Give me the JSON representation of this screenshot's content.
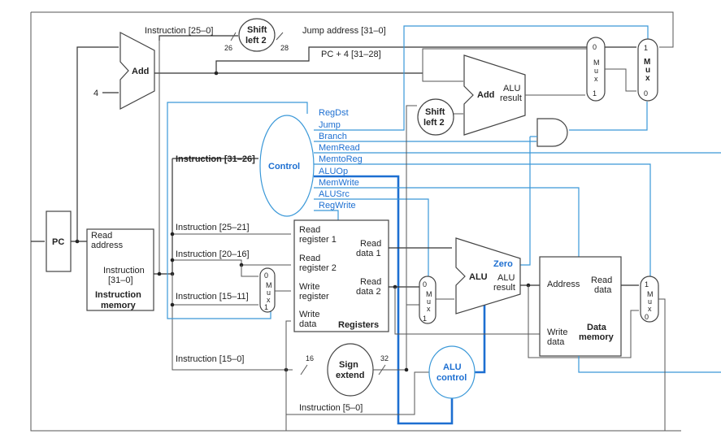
{
  "pc": {
    "label": "PC"
  },
  "add_top": {
    "label": "Add",
    "const": "4"
  },
  "shift_top": {
    "line1": "Shift",
    "line2": "left 2",
    "in": "26",
    "out": "28"
  },
  "instr_bits": {
    "i25_0": "Instruction [25–0]",
    "jump_addr": "Jump address [31–0]",
    "pc4": "PC + 4 [31–28]",
    "i31_26": "Instruction [31–26]",
    "i25_21": "Instruction [25–21]",
    "i20_16": "Instruction [20–16]",
    "i15_11": "Instruction [15–11]",
    "i15_0": "Instruction [15–0]",
    "i5_0": "Instruction [5–0]"
  },
  "imem": {
    "read_address": [
      "Read",
      "address"
    ],
    "instruction": [
      "Instruction",
      "[31–0]"
    ],
    "title": [
      "Instruction",
      "memory"
    ]
  },
  "control": {
    "label": "Control",
    "signals": [
      "RegDst",
      "Jump",
      "Branch",
      "MemRead",
      "MemtoReg",
      "ALUOp",
      "MemWrite",
      "ALUSrc",
      "RegWrite"
    ]
  },
  "registers": {
    "read_reg1": [
      "Read",
      "register 1"
    ],
    "read_reg2": [
      "Read",
      "register 2"
    ],
    "write_reg": [
      "Write",
      "register"
    ],
    "write_data": [
      "Write",
      "data"
    ],
    "read_data1": [
      "Read",
      "data 1"
    ],
    "read_data2": [
      "Read",
      "data 2"
    ],
    "title": "Registers"
  },
  "sign_extend": {
    "line1": "Sign",
    "line2": "extend",
    "in": "16",
    "out": "32"
  },
  "shift_mid": {
    "line1": "Shift",
    "line2": "left 2"
  },
  "add_alu": {
    "label": "Add",
    "result": [
      "ALU",
      "result"
    ]
  },
  "alu": {
    "label": "ALU",
    "zero": "Zero",
    "result": [
      "ALU",
      "result"
    ]
  },
  "alu_control": {
    "line1": "ALU",
    "line2": "control"
  },
  "dmem": {
    "address": "Address",
    "read_data": [
      "Read",
      "data"
    ],
    "write_data": [
      "Write",
      "data"
    ],
    "title": [
      "Data",
      "memory"
    ]
  },
  "mux": {
    "label": [
      "M",
      "u",
      "x"
    ],
    "zero": "0",
    "one": "1"
  }
}
